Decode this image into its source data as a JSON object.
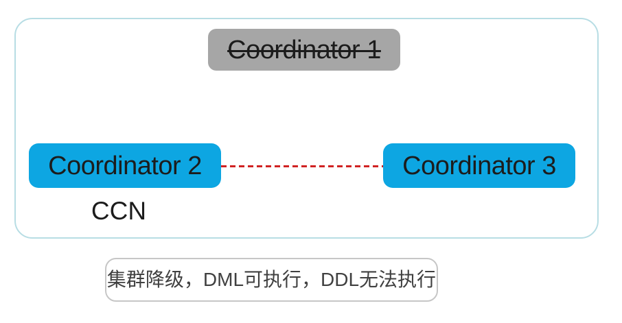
{
  "diagram": {
    "nodes": {
      "coordinator1": {
        "label": "Coordinator 1",
        "strikethrough": true
      },
      "coordinator2": {
        "label": "Coordinator 2"
      },
      "coordinator3": {
        "label": "Coordinator 3"
      }
    },
    "ccn_label": "CCN",
    "caption": "集群降级，DML可执行，DDL无法执行",
    "colors": {
      "node_active_fill": "#0da6e2",
      "node_down_fill": "#a6a6a6",
      "node_text": "#1c1c1c",
      "broken_link_red": "#d02222",
      "cluster_border": "#b7dde4",
      "caption_border": "#c6c6c6",
      "caption_text": "#404040"
    }
  }
}
